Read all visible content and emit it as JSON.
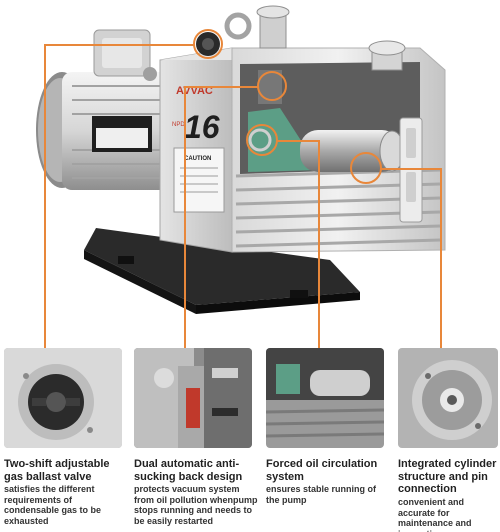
{
  "product": {
    "brand_logo_text": "AVVAC",
    "model_number": "16",
    "model_prefix": "NPD",
    "caution_label": "CAUTION"
  },
  "colors": {
    "accent_line": "#e8873a",
    "metal_light": "#e9e9e9",
    "metal_mid": "#bfbfbf",
    "metal_dark": "#6d6d6d",
    "base_black": "#1e1e1e",
    "internal_green": "#5c9e86"
  },
  "features": [
    {
      "title": "Two-shift adjustable gas ballast valve",
      "description": "satisfies the different requirements of condensable gas to be exhausted",
      "thumb_icon": "gas-ballast-valve-closeup"
    },
    {
      "title": "Dual automatic anti-sucking back design",
      "description": "protects vacuum system from oil pollution whenpump stops running and needs to be easily restarted",
      "thumb_icon": "anti-suck-back-valve-closeup"
    },
    {
      "title": "Forced oil circulation system",
      "description": "ensures stable running of the pump",
      "thumb_icon": "oil-circulation-closeup"
    },
    {
      "title": "Integrated cylinder structure and pin connection",
      "description": "convenient and accurate for maintenance and inspection",
      "thumb_icon": "cylinder-pin-connection-closeup"
    }
  ]
}
